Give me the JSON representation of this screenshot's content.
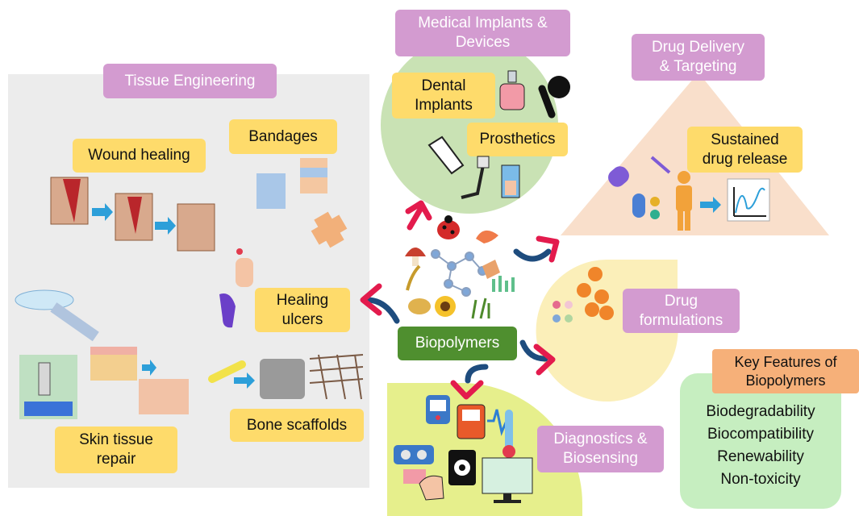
{
  "sections": {
    "tissue_engineering": "Tissue Engineering",
    "medical_implants": "Medical Implants &\nDevices",
    "drug_delivery": "Drug Delivery\n& Targeting",
    "drug_formulations": "Drug\nformulations",
    "diagnostics": "Diagnostics &\nBiosensing",
    "center": "Biopolymers"
  },
  "items": {
    "wound_healing": "Wound healing",
    "bandages": "Bandages",
    "healing_ulcers": "Healing\nulcers",
    "skin_tissue_repair": "Skin tissue\nrepair",
    "bone_scaffolds": "Bone scaffolds",
    "dental_implants": "Dental\nImplants",
    "prosthetics": "Prosthetics",
    "sustained_release": "Sustained\ndrug release"
  },
  "key_features": {
    "title": "Key Features of\nBiopolymers",
    "list": [
      "Biodegradability",
      "Biocompatibility",
      "Renewability",
      "Non-toxicity"
    ]
  },
  "colors": {
    "tissue_bg": "#ececec",
    "implants_bg": "#c9e2b4",
    "delivery_bg": "#f9dfcb",
    "formulation_bg": "#fbefb9",
    "diagnostics_bg": "#e6ef8c",
    "features_bg": "#c6eec0",
    "arrow_red": "#e31b4d",
    "arrow_blue": "#1e4c7e"
  }
}
